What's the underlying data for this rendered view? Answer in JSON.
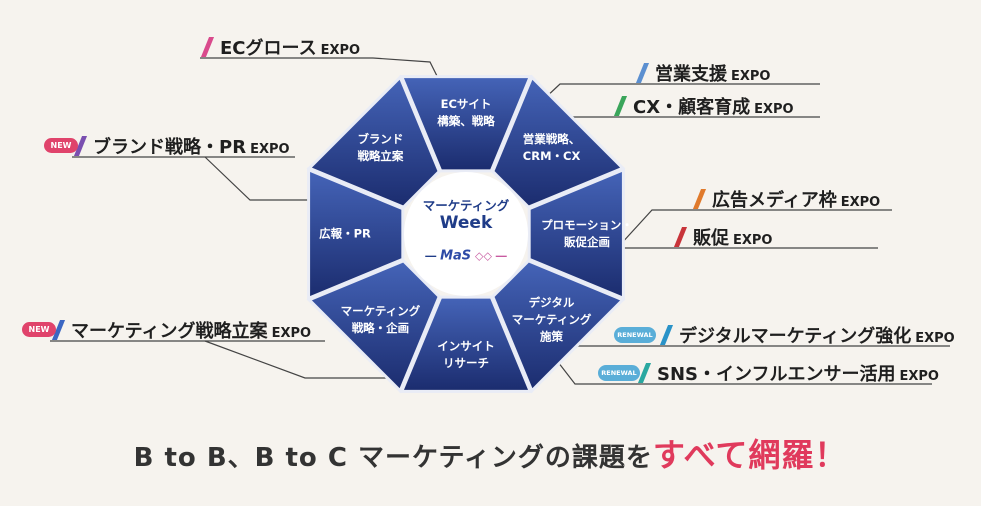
{
  "colors": {
    "navy_dark": "#1e2f72",
    "navy_light": "#3d5db4",
    "new_badge": "#e0436b",
    "renew_badge": "#5aaed8",
    "accent_red": "#e03a5c"
  },
  "center": {
    "line1": "マーケティング",
    "line2": "Week",
    "logo": "MaS",
    "logo_prefix": "―",
    "logo_suffix": "◇◇ ―"
  },
  "segments": [
    {
      "label": "ECサイト\n構築、戦略"
    },
    {
      "label": "営業戦略、\nCRM・CX"
    },
    {
      "label": "プロモーション・\n販促企画"
    },
    {
      "label": "デジタル\nマーケティング\n施策"
    },
    {
      "label": "インサイト\nリサーチ"
    },
    {
      "label": "マーケティング\n戦略・企画"
    },
    {
      "label": "広報・PR"
    },
    {
      "label": "ブランド\n戦略立案"
    }
  ],
  "expos": [
    {
      "name": "ECグロース",
      "suffix": "EXPO",
      "color": "#d94a8c",
      "badge": ""
    },
    {
      "name": "営業支援",
      "suffix": "EXPO",
      "color": "#5b8fd0",
      "badge": ""
    },
    {
      "name": "CX・顧客育成",
      "suffix": "EXPO",
      "color": "#3aa55a",
      "badge": ""
    },
    {
      "name": "ブランド戦略・PR",
      "suffix": "EXPO",
      "color": "#7a4fb0",
      "badge": "NEW"
    },
    {
      "name": "広告メディア枠",
      "suffix": "EXPO",
      "color": "#e07a2c",
      "badge": ""
    },
    {
      "name": "販促",
      "suffix": "EXPO",
      "color": "#c8343a",
      "badge": ""
    },
    {
      "name": "マーケティング戦略立案",
      "suffix": "EXPO",
      "color": "#3b66c2",
      "badge": "NEW"
    },
    {
      "name": "デジタルマーケティング強化",
      "suffix": "EXPO",
      "color": "#2a93c8",
      "badge": "RENEWAL"
    },
    {
      "name": "SNS・インフルエンサー活用",
      "suffix": "EXPO",
      "color": "#2aa8a0",
      "badge": "RENEWAL"
    }
  ],
  "footer": {
    "main": "B to B、B to C マーケティングの課題を",
    "emphasis": "すべて網羅！"
  }
}
